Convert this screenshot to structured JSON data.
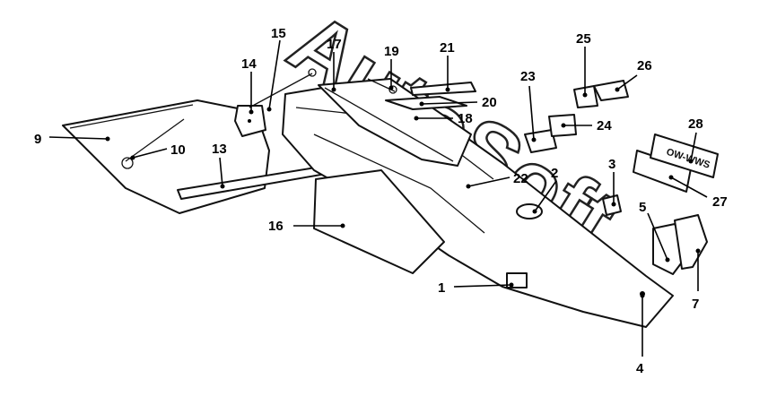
{
  "callouts": [
    "1",
    "2",
    "3",
    "4",
    "5",
    "7",
    "9",
    "10",
    "13",
    "14",
    "15",
    "16",
    "17",
    "18",
    "19",
    "20",
    "21",
    "22",
    "23",
    "24",
    "25",
    "26",
    "27",
    "28"
  ],
  "plate_text": "OW-WWS",
  "watermark": "AutoSoft",
  "colors": {
    "ink": "#000000",
    "paper": "#ffffff"
  }
}
